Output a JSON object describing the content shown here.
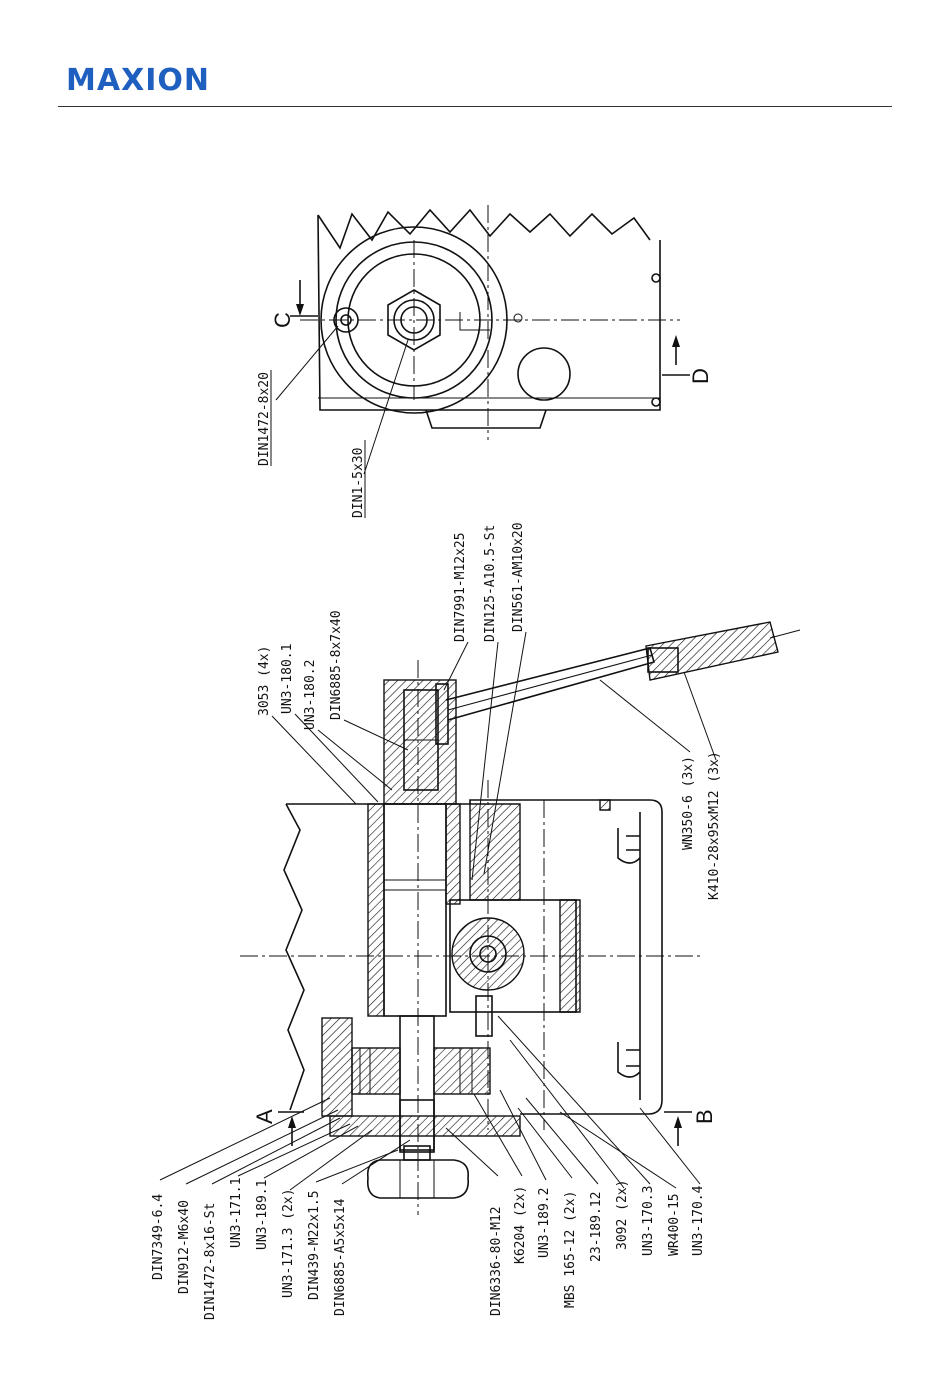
{
  "header": {
    "logo_text": "MAXION",
    "logo_color": "#1f5fbf"
  },
  "section_markers": {
    "a": "A",
    "b": "B",
    "c": "C",
    "d": "D"
  },
  "top_view_labels": {
    "din1472_8x20": "DIN1472-8x20",
    "din1_5x30": "DIN1-5x30"
  },
  "upper_callouts": {
    "l3053": "3053 (4x)",
    "un3_180_1": "UN3-180.1",
    "un3_180_2": "UN3-180.2",
    "din6885_8x7x40": "DIN6885-8x7x40",
    "din7991": "DIN7991-M12x25",
    "din125": "DIN125-A10.5-St",
    "din561": "DIN561-AM10x20"
  },
  "handle_callouts": {
    "wn350": "WN350-6 (3x)",
    "k410": "K410-28x95xM12 (3x)"
  },
  "lower_left_callouts": {
    "din7349": "DIN7349-6.4",
    "din912": "DIN912-M6x40",
    "din1472_8x16": "DIN1472-8x16-St",
    "un3_171_1": "UN3-171.1",
    "un3_189_1": "UN3-189.1",
    "un3_171_3": "UN3-171.3 (2x)",
    "din439": "DIN439-M22x1.5",
    "din6885_a": "DIN6885-A5x5x14"
  },
  "lower_right_callouts": {
    "din6336": "DIN6336-80-M12",
    "k6204": "K6204 (2x)",
    "un3_189_2": "UN3-189.2",
    "mbs165": "MBS 165-12 (2x)",
    "l23_189_12": "23-189.12",
    "l3092": "3092 (2x)",
    "un3_170_3": "UN3-170.3",
    "wr400": "WR400-15",
    "un3_170_4": "UN3-170.4"
  }
}
